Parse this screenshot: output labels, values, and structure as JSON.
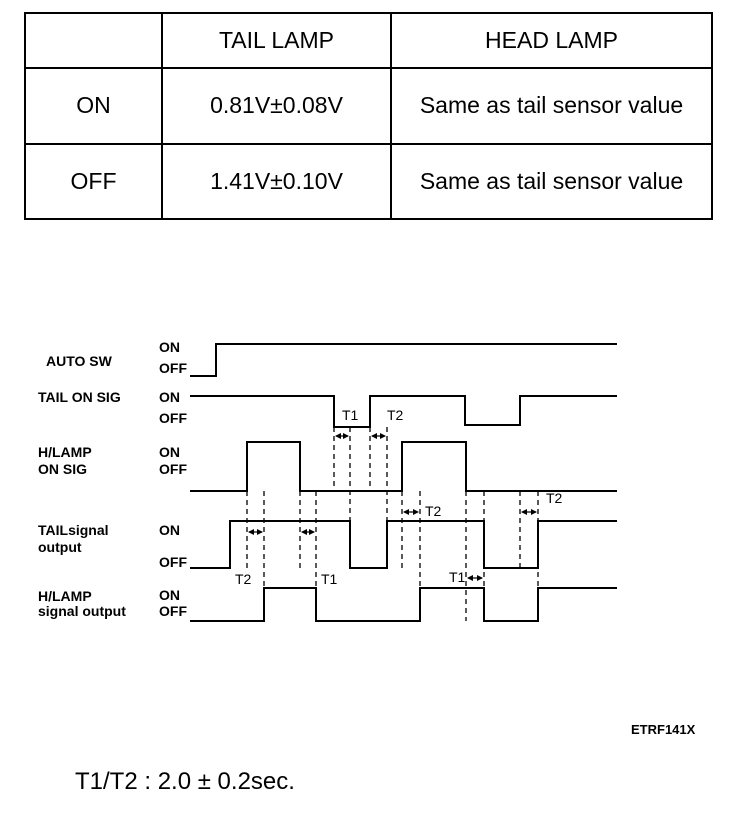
{
  "table": {
    "headers": [
      "",
      "TAIL LAMP",
      "HEAD LAMP"
    ],
    "rows": [
      {
        "state": "ON",
        "tail": "0.81V±0.08V",
        "head": "Same as tail sensor value"
      },
      {
        "state": "OFF",
        "tail": "1.41V±0.10V",
        "head": "Same as tail sensor value"
      }
    ]
  },
  "diagram": {
    "signals": [
      {
        "label": [
          "AUTO SW"
        ],
        "on": "ON",
        "off": "OFF"
      },
      {
        "label": [
          "TAIL ON SIG"
        ],
        "on": "ON",
        "off": "OFF"
      },
      {
        "label": [
          "H/LAMP",
          "ON SIG"
        ],
        "on": "ON",
        "off": "OFF"
      },
      {
        "label": [
          "TAILsignal",
          "output"
        ],
        "on": "ON",
        "off": "OFF"
      },
      {
        "label": [
          "H/LAMP",
          "signal output"
        ],
        "on": "ON",
        "off": "OFF"
      }
    ],
    "timing_labels": {
      "t1": "T1",
      "t2": "T2"
    }
  },
  "figure_code": "ETRF141X",
  "note": "T1/T2 : 2.0 ± 0.2sec."
}
